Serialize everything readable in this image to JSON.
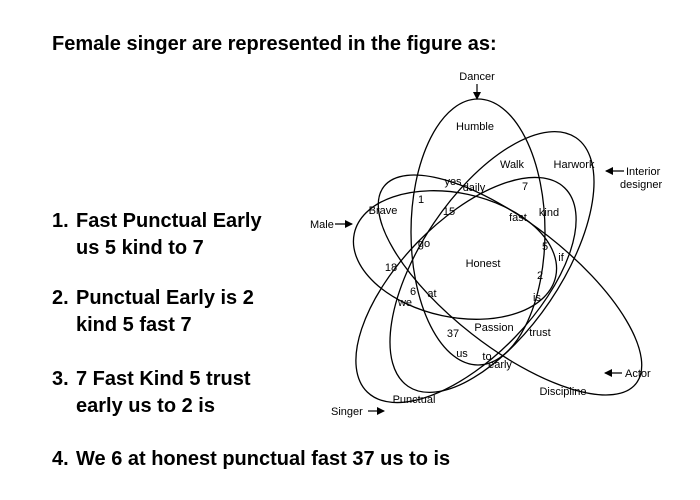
{
  "question": "Female singer are represented in the figure as:",
  "options": [
    {
      "number": "1.",
      "line1": "Fast Punctual Early",
      "line2": "us 5 kind to 7"
    },
    {
      "number": "2.",
      "line1": "Punctual Early is 2",
      "line2": "kind 5 fast 7"
    },
    {
      "number": "3.",
      "line1": "7 Fast Kind 5 trust",
      "line2": "early us to 2 is"
    },
    {
      "number": "4.",
      "line1": "We 6 at honest punctual fast 37 us to is",
      "line2": ""
    }
  ],
  "diagram": {
    "sets": {
      "dancer": "Dancer",
      "male": "Male",
      "interior_designer_line1": "Interior",
      "interior_designer_line2": "designer",
      "actor": "Actor",
      "singer": "Singer"
    },
    "regions": {
      "humble": "Humble",
      "walk": "Walk",
      "harwork": "Harwork",
      "brave": "Brave",
      "yes": "yes",
      "daily": "daily",
      "seven": "7",
      "one": "1",
      "fifteen": "15",
      "fast": "fast",
      "kind": "kind",
      "go": "go",
      "five": "5",
      "honest": "Honest",
      "eighteen": "18",
      "if": "if",
      "two": "2",
      "six": "6",
      "at": "at",
      "we": "we",
      "is": "is",
      "passion": "Passion",
      "thirty_seven": "37",
      "trust": "trust",
      "us": "us",
      "to": "to",
      "early": "early",
      "punctual": "Punctual",
      "discipline": "Discipline"
    }
  }
}
